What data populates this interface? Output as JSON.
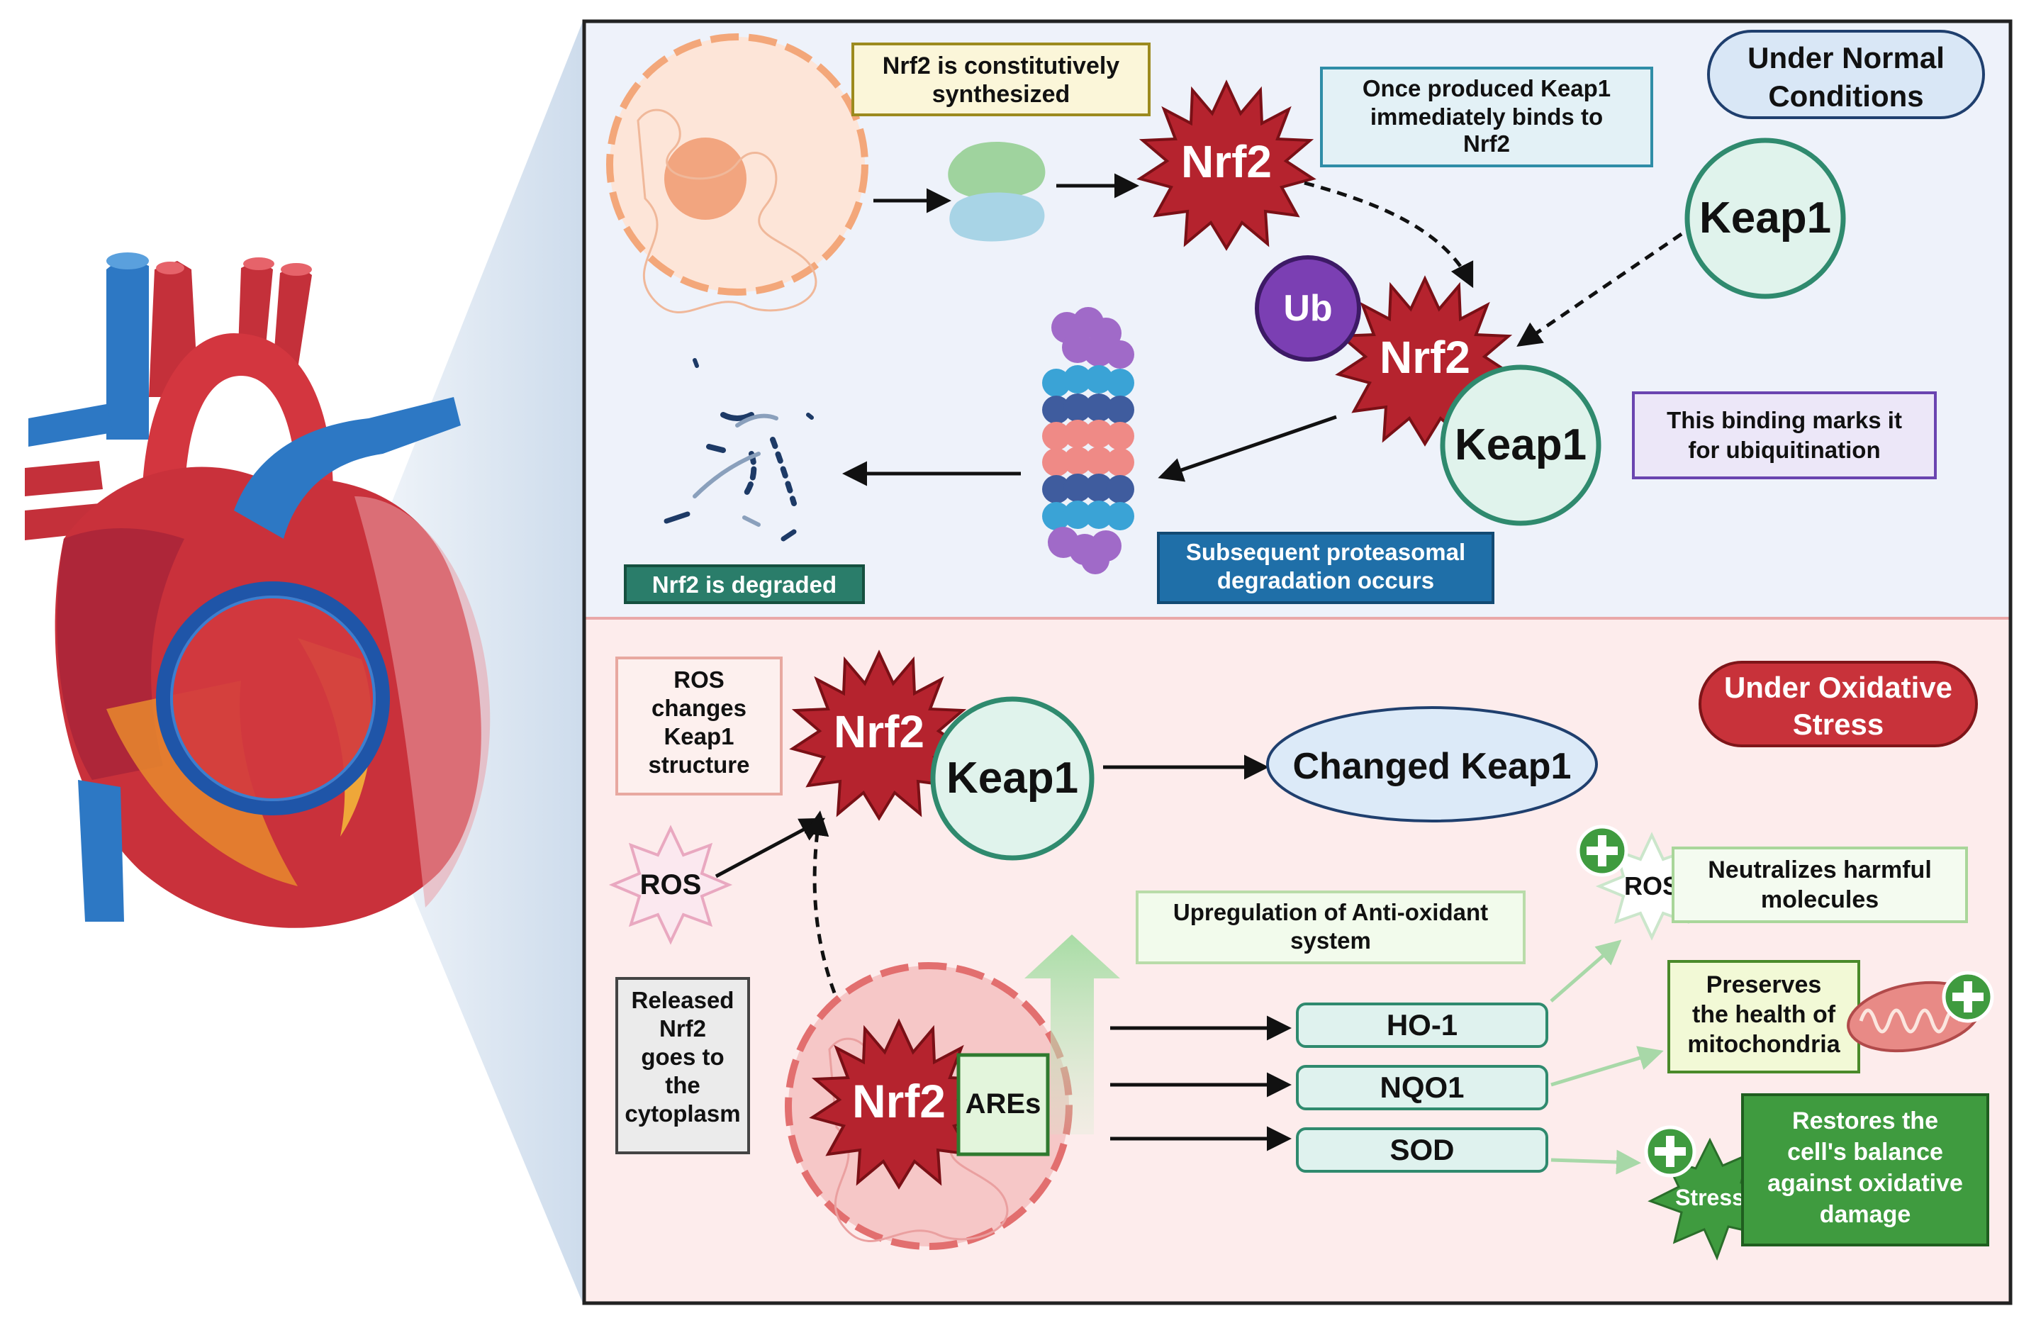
{
  "normal": {
    "title_line1": "Under Normal",
    "title_line2": "Conditions",
    "synth_line1": "Nrf2 is constitutively",
    "synth_line2": "synthesized",
    "keap_bind_line1": "Once produced Keap1",
    "keap_bind_line2": "immediately binds to",
    "keap_bind_line3": "Nrf2",
    "ubiq_line1": "This binding marks it",
    "ubiq_line2": "for ubiquitination",
    "protea_line1": "Subsequent proteasomal",
    "protea_line2": "degradation occurs",
    "degraded": "Nrf2 is degraded",
    "nrf2": "Nrf2",
    "keap1": "Keap1",
    "ub": "Ub"
  },
  "stress": {
    "title_line1": "Under Oxidative",
    "title_line2": "Stress",
    "ros_change_line1": "ROS",
    "ros_change_line2": "changes",
    "ros_change_line3": "Keap1",
    "ros_change_line4": "structure",
    "nrf2": "Nrf2",
    "keap1": "Keap1",
    "changed_keap1": "Changed Keap1",
    "ros": "ROS",
    "released_line1": "Released",
    "released_line2": "Nrf2",
    "released_line3": "goes to",
    "released_line4": "the",
    "released_line5": "cytoplasm",
    "ares": "AREs",
    "upreg_line1": "Upregulation of Anti-oxidant",
    "upreg_line2": "system",
    "genes": [
      "HO-1",
      "NQO1",
      "SOD"
    ],
    "neutral_line1": "Neutralizes harmful",
    "neutral_line2": "molecules",
    "preserve_line1": "Preserves",
    "preserve_line2": "the health of",
    "preserve_line3": "mitochondria",
    "restore_line1": "Restores the",
    "restore_line2": "cell's balance",
    "restore_line3": "against oxidative",
    "restore_line4": "damage",
    "ros_small": "ROS",
    "stress_small": "Stress"
  },
  "colors": {
    "nrf2_red": "#b5232e",
    "keap_green": "#2f8a6e",
    "normal_bg": "#eef2fa",
    "stress_bg": "#fdecec",
    "ub_purple": "#7b3fb3",
    "restore_green": "#3f9b3f"
  }
}
